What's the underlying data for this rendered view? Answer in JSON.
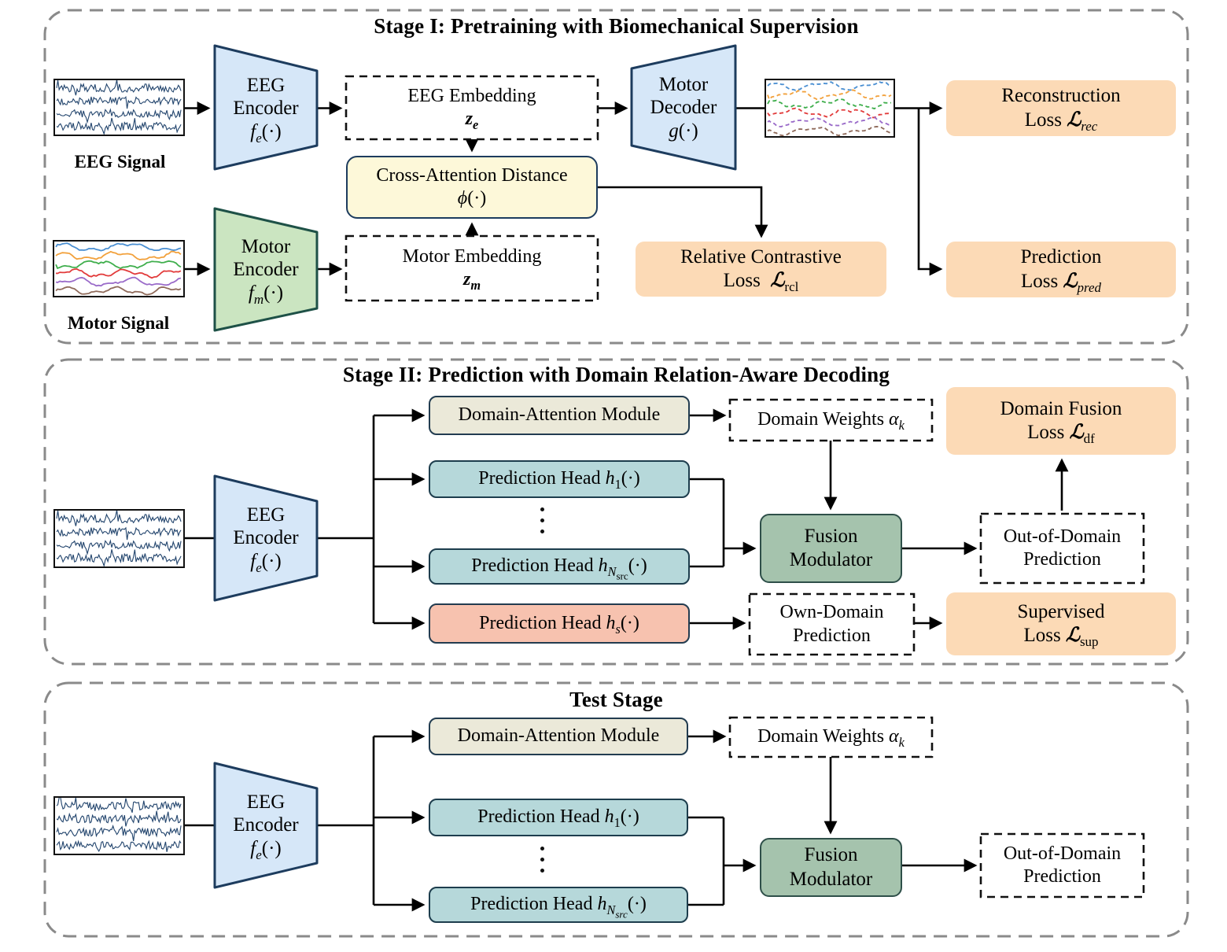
{
  "colors": {
    "panel_border": "#8a8a8a",
    "encoder_blue_fill": "#d6e7f8",
    "encoder_blue_border": "#1d3c5e",
    "encoder_green_fill": "#cbe5c1",
    "encoder_green_border": "#1e5147",
    "attention_yellow": "#fdf8d9",
    "loss_orange": "#fcdab6",
    "module_cream": "#ebe9d9",
    "head_teal": "#b6d8da",
    "head_salmon": "#f7c2af",
    "fusion_sage": "#a5c3ad",
    "eeg_trace_navy": "#24466e",
    "motor_trace_colors": [
      "#4a8fd2",
      "#f2a13c",
      "#3fae4c",
      "#e23b3b",
      "#9a6bc9",
      "#8f6a5a"
    ]
  },
  "icons": {
    "eeg_signal_plot": "eeg-waveform",
    "motor_signal_plot": "motor-waveform",
    "reconstructed_motor_plot": "dashed-motor-waveform",
    "vertical_ellipsis": "⋮"
  },
  "stage1": {
    "title": "Stage I: Pretraining with Biomechanical Supervision",
    "eeg_signal_label": "EEG Signal",
    "motor_signal_label": "Motor Signal",
    "eeg_encoder": {
      "line1": "EEG",
      "line2": "Encoder",
      "math": "<i>f</i><sub><i>e</i></sub>(·)"
    },
    "motor_encoder": {
      "line1": "Motor",
      "line2": "Encoder",
      "math": "<i>f</i><sub><i>m</i></sub>(·)"
    },
    "motor_decoder": {
      "line1": "Motor",
      "line2": "Decoder",
      "math": "<i>g</i>(·)"
    },
    "eeg_embedding": {
      "line1": "EEG Embedding",
      "line2": "<b><i>z</i><sub><i>e</i></sub></b>"
    },
    "motor_embedding": {
      "line1": "Motor Embedding",
      "line2": "<b><i>z</i><sub><i>m</i></sub></b>"
    },
    "cross_attention": {
      "line1": "Cross-Attention Distance",
      "line2": "<i>ϕ</i>(·)"
    },
    "reconstruction_loss": {
      "line1": "Reconstruction",
      "line2": "Loss <b><i>ℒ</i></b><sub><i>rec</i></sub>"
    },
    "prediction_loss": {
      "line1": "Prediction",
      "line2": "Loss <b><i>ℒ</i></b><sub><i>pred</i></sub>"
    },
    "relative_contrastive_loss": {
      "line1": "Relative Contrastive",
      "line2": "Loss&nbsp; <b><i>ℒ</i></b><sub>rcl</sub>"
    }
  },
  "stage2": {
    "title": "Stage II: Prediction with Domain Relation-Aware Decoding",
    "eeg_encoder": {
      "line1": "EEG",
      "line2": "Encoder",
      "math": "<i>f</i><sub><i>e</i></sub>(·)"
    },
    "domain_attention_label": "Domain-Attention Module",
    "prediction_head_1": "Prediction Head <i>h</i><sub>1</sub>(·)",
    "prediction_head_n": "Prediction Head <i>h</i><sub><i>N</i><sub>src</sub></sub>(·)",
    "prediction_head_s": "Prediction Head <i>h</i><sub><i>s</i></sub>(·)",
    "domain_weights": "Domain Weights <i>α</i><sub><i>k</i></sub>",
    "fusion_modulator": {
      "line1": "Fusion",
      "line2": "Modulator"
    },
    "out_of_domain": {
      "line1": "Out-of-Domain",
      "line2": "Prediction"
    },
    "own_domain": {
      "line1": "Own-Domain",
      "line2": "Prediction"
    },
    "domain_fusion_loss": {
      "line1": "Domain Fusion",
      "line2": "Loss <b><i>ℒ</i></b><sub>df</sub>"
    },
    "supervised_loss": {
      "line1": "Supervised",
      "line2": "Loss <b><i>ℒ</i></b><sub>sup</sub>"
    }
  },
  "test": {
    "title": "Test Stage",
    "eeg_encoder": {
      "line1": "EEG",
      "line2": "Encoder",
      "math": "<i>f</i><sub><i>e</i></sub>(·)"
    },
    "domain_attention_label": "Domain-Attention Module",
    "prediction_head_1": "Prediction Head <i>h</i><sub>1</sub>(·)",
    "prediction_head_n": "Prediction Head <i>h</i><sub><i>N</i><sub><i>src</i></sub></sub>(·)",
    "domain_weights": "Domain Weights <i>α</i><sub><i>k</i></sub>",
    "fusion_modulator": {
      "line1": "Fusion",
      "line2": "Modulator"
    },
    "out_of_domain": {
      "line1": "Out-of-Domain",
      "line2": "Prediction"
    }
  }
}
